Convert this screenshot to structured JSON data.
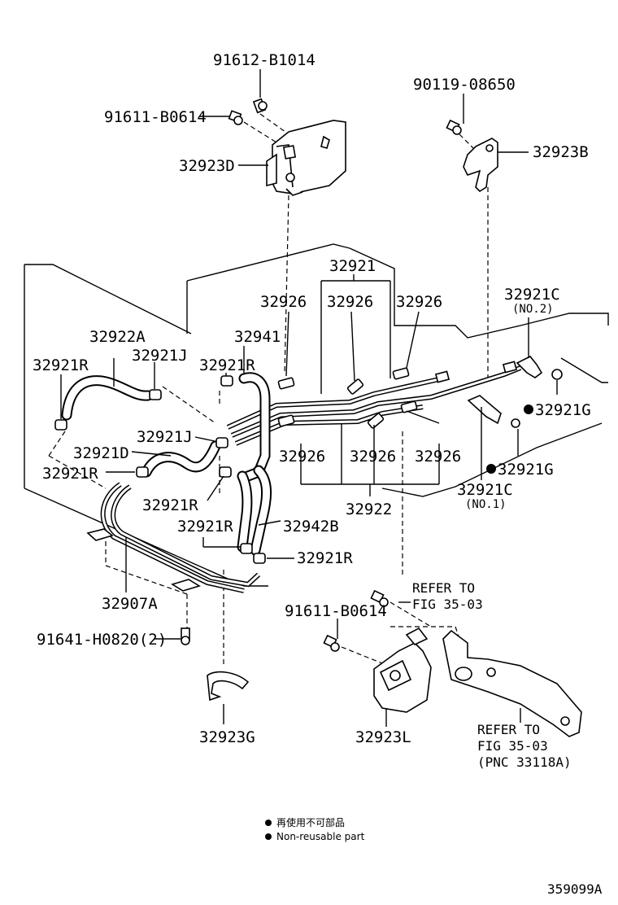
{
  "labels": {
    "p91612_b1014": "91612-B1014",
    "p90119_08650": "90119-08650",
    "p91611_b0614_top": "91611-B0614",
    "p32923d": "32923D",
    "p32923b": "32923B",
    "p32921": "32921",
    "p32926_a": "32926",
    "p32926_b": "32926",
    "p32926_c": "32926",
    "p32926_d": "32926",
    "p32926_e": "32926",
    "p32926_f": "32926",
    "p32921c_top": "32921C",
    "no2": "(NO.2)",
    "p32922a": "32922A",
    "p32941": "32941",
    "p32921r_a": "32921R",
    "p32921j_a": "32921J",
    "p32921r_b": "32921R",
    "p32921g_a": "32921G",
    "p32921j_b": "32921J",
    "p32921d": "32921D",
    "p32921r_c": "32921R",
    "p32921g_b": "32921G",
    "p32921r_d": "32921R",
    "p32921c_bottom": "32921C",
    "no1": "(NO.1)",
    "p32922": "32922",
    "p32921r_e": "32921R",
    "p32942b": "32942B",
    "p32921r_f": "32921R",
    "p32907a": "32907A",
    "refer1_line1": "REFER TO",
    "refer1_line2": "FIG 35-03",
    "p91611_b0614_bottom": "91611-B0614",
    "p91641_h0820": "91641-H0820(2)",
    "p32923g": "32923G",
    "p32923l": "32923L",
    "refer2_line1": "REFER TO",
    "refer2_line2": "FIG 35-03",
    "refer2_line3": "(PNC 33118A)"
  },
  "legend": {
    "japanese": "再使用不可部品",
    "english": "Non-reusable part"
  },
  "figure_id": "359099A"
}
